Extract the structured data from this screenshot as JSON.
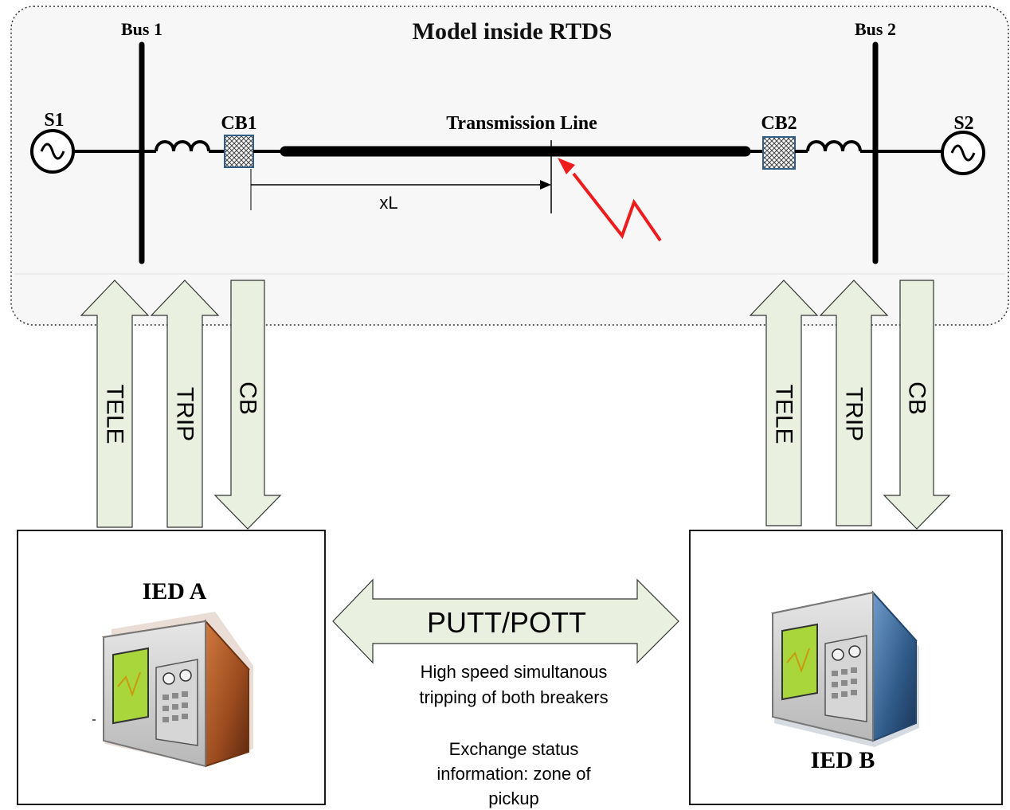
{
  "model": {
    "title": "Model inside RTDS",
    "bus1": "Bus 1",
    "bus2": "Bus 2",
    "source1": "S1",
    "source2": "S2",
    "breaker1": "CB1",
    "breaker2": "CB2",
    "line": "Transmission Line",
    "fault_distance": "xL"
  },
  "signals": {
    "tele": "TELE",
    "trip": "TRIP",
    "cb": "CB"
  },
  "ied_a": {
    "label": "IED A",
    "color": "#c86a2e"
  },
  "ied_b": {
    "label": "IED B",
    "color": "#4a78a8"
  },
  "link": {
    "label": "PUTT/POTT",
    "note1_line1": "High speed simultanous",
    "note1_line2": "tripping of both breakers",
    "note2_line1": "Exchange status",
    "note2_line2": "information: zone of",
    "note2_line3": "pickup"
  },
  "colors": {
    "arrow_fill": "#e9f0df",
    "fault": "#ee1c1c",
    "panel": "#f7f7f7"
  }
}
